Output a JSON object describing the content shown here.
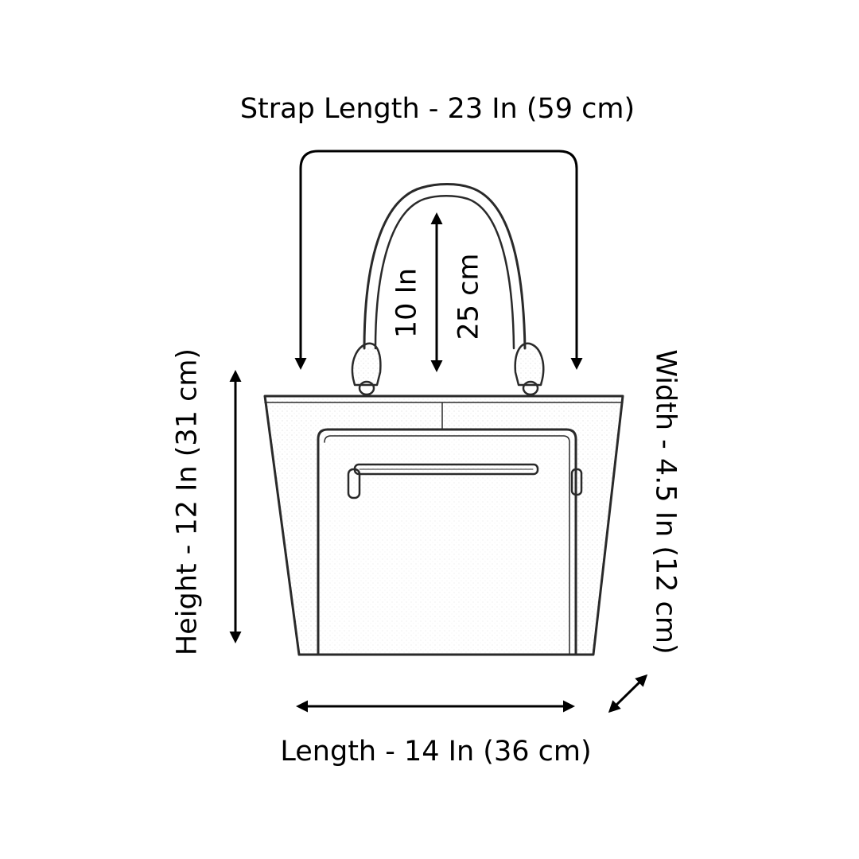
{
  "labels": {
    "strap_length": "Strap Length - 23 In (59 cm)",
    "handle_drop_in": "10 In",
    "handle_drop_cm": "25 cm",
    "height": "Height - 12 In (31 cm)",
    "width": "Width - 4.5 In (12 cm)",
    "length": "Length - 14 In (36 cm)"
  },
  "colors": {
    "ink": "#000000",
    "sketch": "#2a2a2a",
    "background": "#ffffff"
  }
}
